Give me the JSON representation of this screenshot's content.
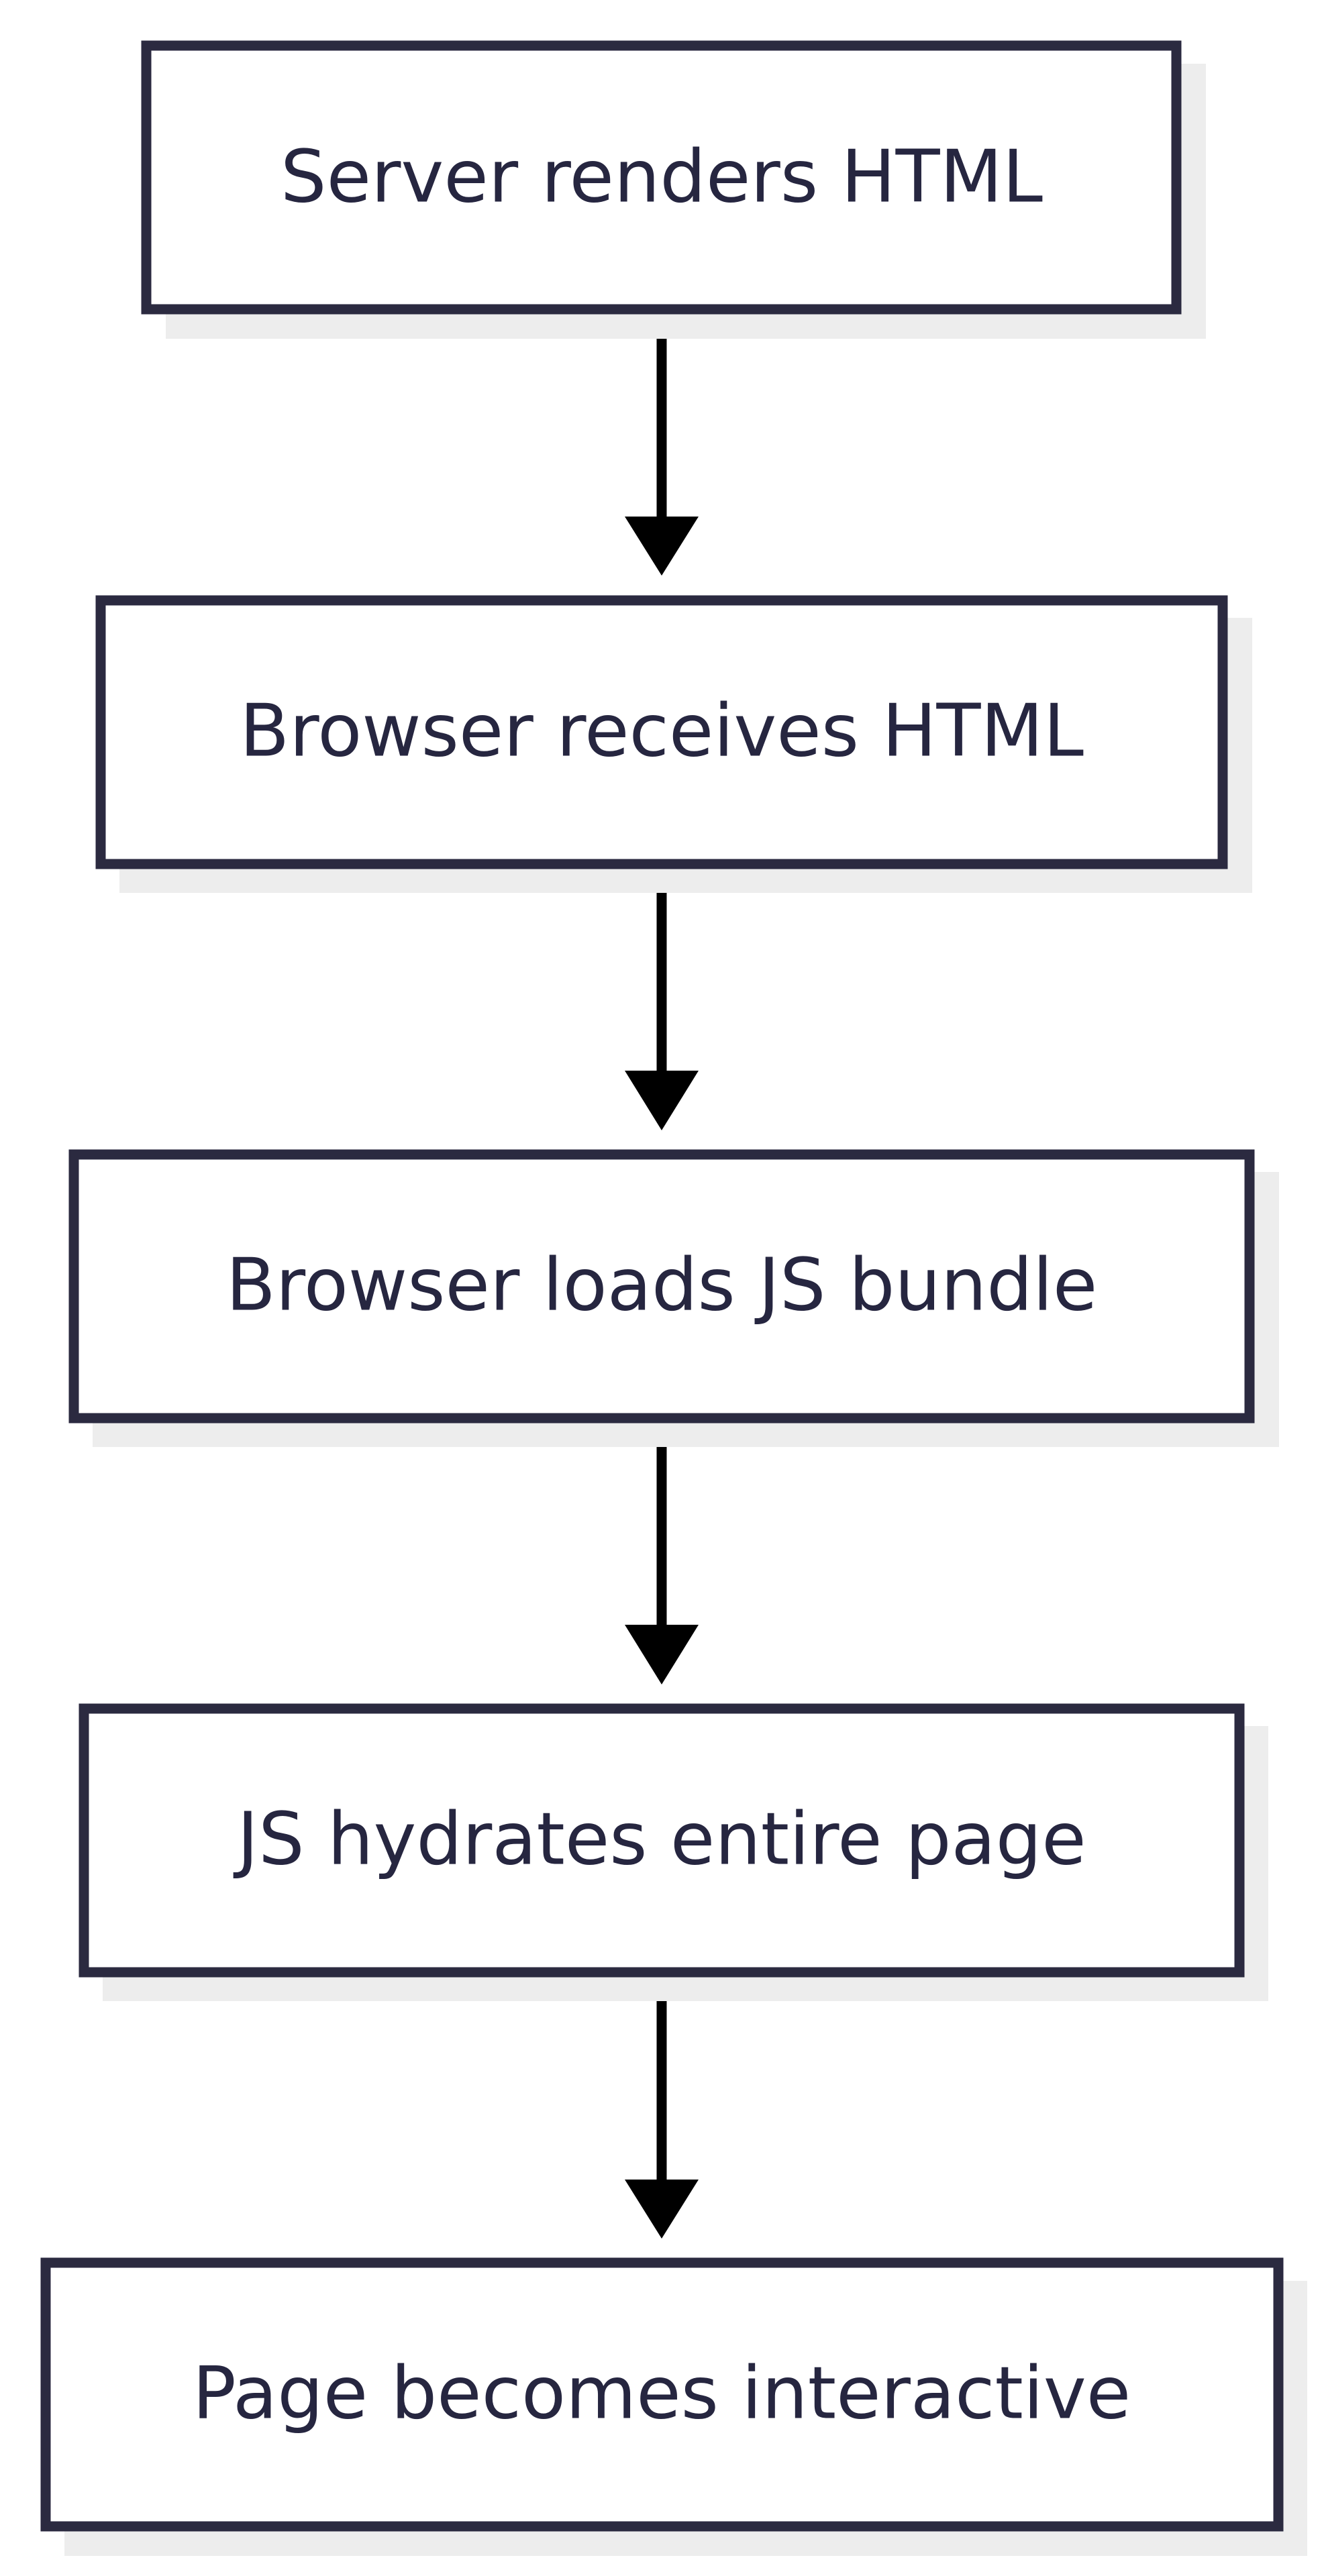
{
  "diagram": {
    "type": "flowchart",
    "direction": "top-to-bottom",
    "colors": {
      "box_border": "#2b2a40",
      "box_fill": "#ffffff",
      "box_shadow": "#ededed",
      "text": "#262640",
      "arrow": "#000000"
    },
    "nodes": [
      {
        "id": "server",
        "label": "Server renders HTML"
      },
      {
        "id": "receive",
        "label": "Browser receives HTML"
      },
      {
        "id": "loadjs",
        "label": "Browser loads JS bundle"
      },
      {
        "id": "hydrate",
        "label": "JS hydrates entire page"
      },
      {
        "id": "interactive",
        "label": "Page becomes interactive"
      }
    ],
    "edges": [
      {
        "from": "server",
        "to": "receive"
      },
      {
        "from": "receive",
        "to": "loadjs"
      },
      {
        "from": "loadjs",
        "to": "hydrate"
      },
      {
        "from": "hydrate",
        "to": "interactive"
      }
    ]
  }
}
